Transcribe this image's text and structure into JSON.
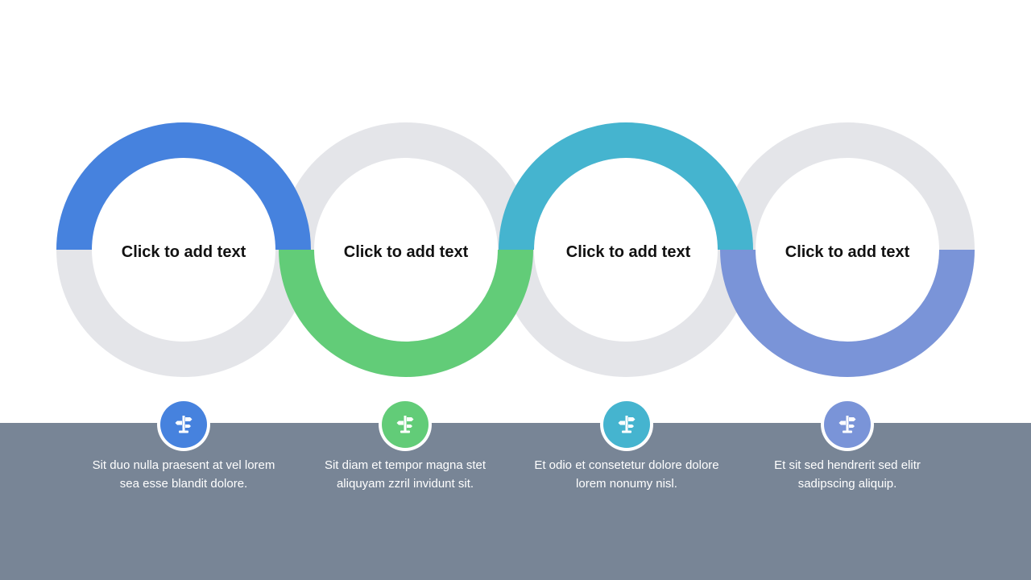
{
  "colors": {
    "track": "#e4e5e9",
    "band": "#788596",
    "icon_bg": "#ffffff"
  },
  "steps": [
    {
      "label": "Click to add text",
      "color": "#4682de",
      "arc": "top",
      "icon": "signpost-icon",
      "description": "Sit duo nulla praesent at vel lorem sea esse blandit dolore."
    },
    {
      "label": "Click to add text",
      "color": "#62cc78",
      "arc": "bottom",
      "icon": "signpost-icon",
      "description": "Sit diam et tempor magna stet aliquyam zzril invidunt sit."
    },
    {
      "label": "Click to add text",
      "color": "#45b4cf",
      "arc": "top",
      "icon": "signpost-icon",
      "description": "Et odio et consetetur dolore dolore lorem nonumy nisl."
    },
    {
      "label": "Click to add text",
      "color": "#7a94d8",
      "arc": "bottom",
      "icon": "signpost-icon",
      "description": "Et sit sed hendrerit sed elitr sadipscing aliquip."
    }
  ]
}
